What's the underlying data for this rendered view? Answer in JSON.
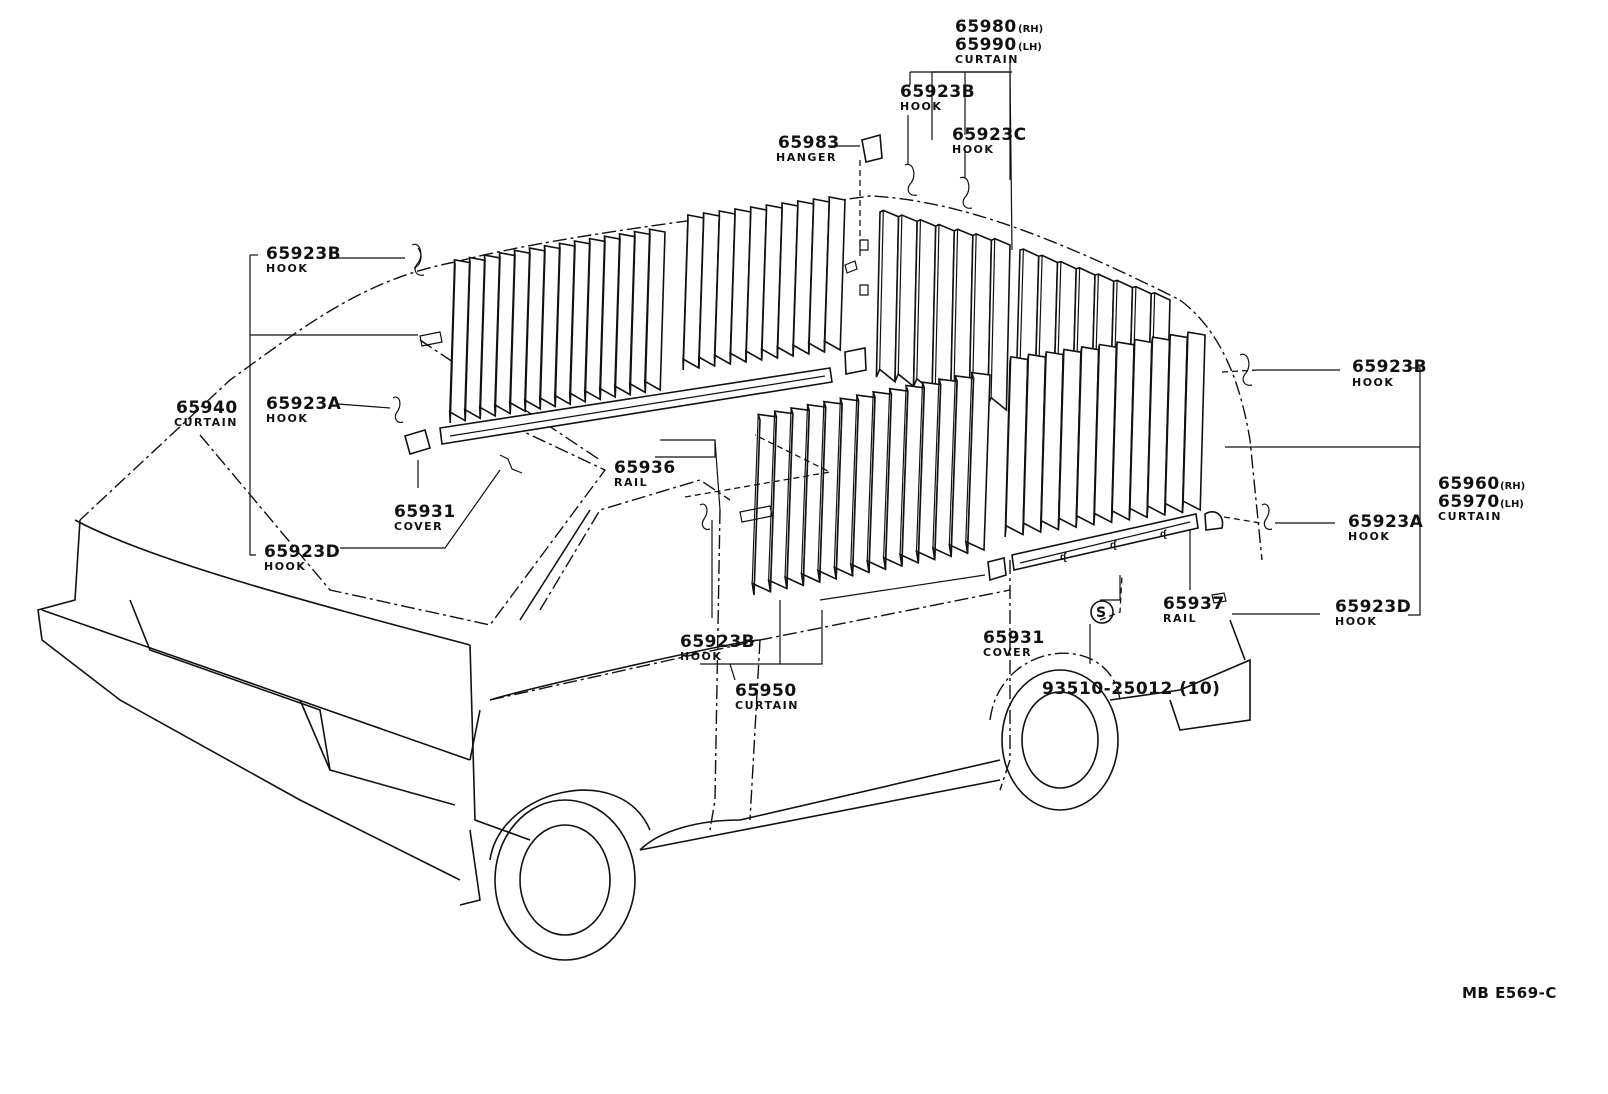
{
  "labels": {
    "p65980": {
      "num": "65980",
      "suffix": "(RH)"
    },
    "p65990": {
      "num": "65990",
      "suffix": "(LH)"
    },
    "curtain_top": "CURTAIN",
    "p65923B_top": {
      "num": "65923B",
      "sub": "HOOK"
    },
    "p65923C": {
      "num": "65923C",
      "sub": "HOOK"
    },
    "p65983": {
      "num": "65983",
      "sub": "HANGER"
    },
    "p65923B_left": {
      "num": "65923B",
      "sub": "HOOK"
    },
    "p65940": {
      "num": "65940",
      "sub": "CURTAIN"
    },
    "p65923A_left": {
      "num": "65923A",
      "sub": "HOOK"
    },
    "p65931_left": {
      "num": "65931",
      "sub": "COVER"
    },
    "p65923D_left": {
      "num": "65923D",
      "sub": "HOOK"
    },
    "p65936": {
      "num": "65936",
      "sub": "RAIL"
    },
    "p65923B_mid": {
      "num": "65923B",
      "sub": "HOOK"
    },
    "p65950": {
      "num": "65950",
      "sub": "CURTAIN"
    },
    "p65931_mid": {
      "num": "65931",
      "sub": "COVER"
    },
    "p65937": {
      "num": "65937",
      "sub": "RAIL"
    },
    "screw": {
      "symbol": "S",
      "num": "93510-25012 (10)"
    },
    "p65923B_right": {
      "num": "65923B",
      "sub": "HOOK"
    },
    "p65960": {
      "num": "65960",
      "suffix": "(RH)"
    },
    "p65970": {
      "num": "65970",
      "suffix": "(LH)"
    },
    "curtain_right": "CURTAIN",
    "p65923A_right": {
      "num": "65923A",
      "sub": "HOOK"
    },
    "p65923D_right": {
      "num": "65923D",
      "sub": "HOOK"
    },
    "figure_code": "MB E569-C"
  }
}
